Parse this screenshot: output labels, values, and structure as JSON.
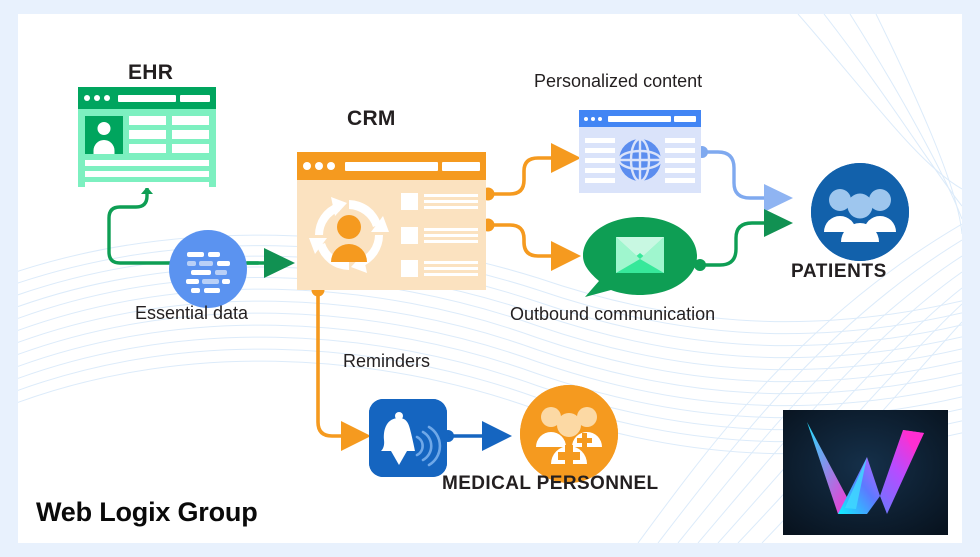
{
  "diagram": {
    "title": "Web Logix Group",
    "nodes": {
      "ehr": {
        "label": "EHR",
        "icon": "ehr-window-icon",
        "color": "#00a55e"
      },
      "essential_data": {
        "label": "Essential data",
        "icon": "data-list-icon",
        "color": "#5b93f0"
      },
      "crm": {
        "label": "CRM",
        "icon": "crm-window-icon",
        "color": "#f59a1f"
      },
      "personalized_content": {
        "label": "Personalized content",
        "icon": "globe-window-icon",
        "color": "#4285f4"
      },
      "outbound_communication": {
        "label": "Outbound communication",
        "icon": "email-bubble-icon",
        "color": "#00a55e"
      },
      "patients": {
        "label": "PATIENTS",
        "icon": "people-group-icon",
        "color": "#1261ab"
      },
      "reminders": {
        "label": "Reminders",
        "icon": "bell-notification-icon",
        "color": "#1565c0"
      },
      "medical_personnel": {
        "label": "MEDICAL PERSONNEL",
        "icon": "medical-staff-icon",
        "color": "#f59a1f"
      }
    },
    "connectors": [
      {
        "from": "ehr",
        "to": "crm",
        "color": "#0e9e54"
      },
      {
        "from": "essential_data",
        "to": "crm",
        "color": "#0e9e54"
      },
      {
        "from": "crm",
        "to": "personalized_content",
        "color": "#f59a1f"
      },
      {
        "from": "crm",
        "to": "outbound_communication",
        "color": "#f59a1f"
      },
      {
        "from": "crm",
        "to": "reminders",
        "color": "#f59a1f"
      },
      {
        "from": "personalized_content",
        "to": "patients",
        "color": "#7fa9ef"
      },
      {
        "from": "outbound_communication",
        "to": "patients",
        "color": "#0e9e54"
      },
      {
        "from": "reminders",
        "to": "medical_personnel",
        "color": "#1565c0"
      }
    ],
    "logo": {
      "name": "web-logix-w-logo",
      "background": "#0c1a2b",
      "gradient_from": "#22e1ff",
      "gradient_to": "#ff2fd0"
    },
    "colors": {
      "page_background": "#e8f1fd",
      "canvas_background": "#ffffff",
      "wave_line": "#dcebfa",
      "text": "#231f20"
    }
  }
}
